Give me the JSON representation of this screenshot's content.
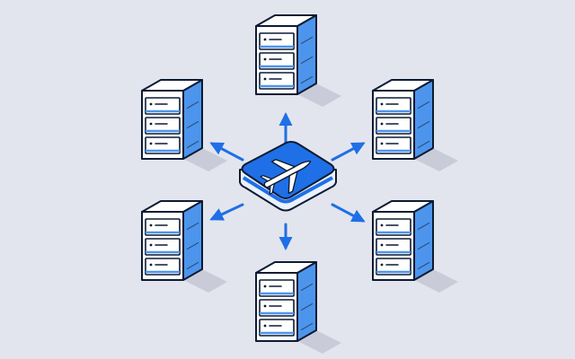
{
  "diagram": {
    "colors": {
      "background": "#e3e5ee",
      "outline": "#0d1b33",
      "server_front": "#ffffff",
      "server_side": "#4d95ec",
      "server_top": "#ffffff",
      "shadow": "#c9ccd8",
      "hub_top": "#1f6fe6",
      "hub_side": "#e9f1fd",
      "hub_stripe": "#1f6fe6",
      "airplane": "#ffffff",
      "arrow": "#1f6fe6"
    },
    "hub": {
      "icon": "airplane-icon"
    },
    "servers": [
      {
        "id": "server-top",
        "icon": "server-icon",
        "drives": 3
      },
      {
        "id": "server-top-left",
        "icon": "server-icon",
        "drives": 3
      },
      {
        "id": "server-top-right",
        "icon": "server-icon",
        "drives": 3
      },
      {
        "id": "server-bottom-left",
        "icon": "server-icon",
        "drives": 3
      },
      {
        "id": "server-bottom-right",
        "icon": "server-icon",
        "drives": 3
      },
      {
        "id": "server-bottom",
        "icon": "server-icon",
        "drives": 3
      }
    ],
    "connections": [
      {
        "from": "hub",
        "to": "server-top",
        "direction": "hub-to-server"
      },
      {
        "from": "hub",
        "to": "server-top-left",
        "direction": "hub-to-server"
      },
      {
        "from": "hub",
        "to": "server-top-right",
        "direction": "hub-to-server"
      },
      {
        "from": "hub",
        "to": "server-bottom-left",
        "direction": "hub-to-server"
      },
      {
        "from": "hub",
        "to": "server-bottom-right",
        "direction": "hub-to-server"
      },
      {
        "from": "hub",
        "to": "server-bottom",
        "direction": "hub-to-server"
      }
    ]
  }
}
